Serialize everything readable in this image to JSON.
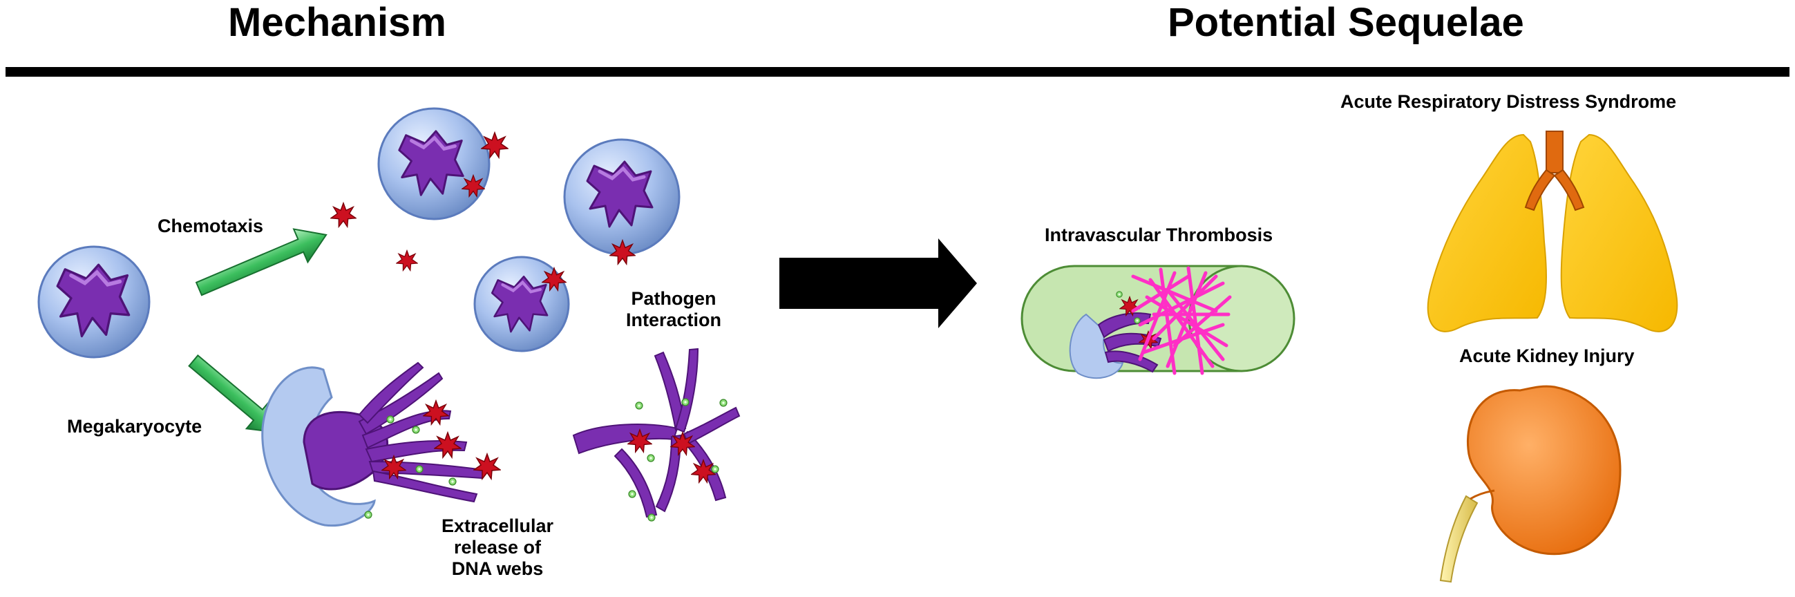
{
  "headings": {
    "mechanism": "Mechanism",
    "sequelae": "Potential Sequelae"
  },
  "labels": {
    "chemotaxis": "Chemotaxis",
    "megakaryocyte": "Megakaryocyte",
    "pathogen_line1": "Pathogen",
    "pathogen_line2": "Interaction",
    "extracellular_line1": "Extracellular",
    "extracellular_line2": "release of",
    "extracellular_line3": "DNA webs",
    "thrombosis": "Intravascular Thrombosis",
    "ards": "Acute Respiratory Distress Syndrome",
    "aki": "Acute Kidney Injury"
  },
  "colors": {
    "cell_fill": "#a9c2ee",
    "nucleus": "#7a2eb0",
    "pathogen": "#cc1020",
    "arrow_green": "#3cbf5e",
    "arrow_black": "#000000",
    "vessel": "#c6e6b0",
    "fibrin": "#ff2fc6",
    "lungs": "#ffc400",
    "trachea": "#e06a10",
    "kidney": "#f5882a",
    "ureter": "#f2dc78"
  }
}
